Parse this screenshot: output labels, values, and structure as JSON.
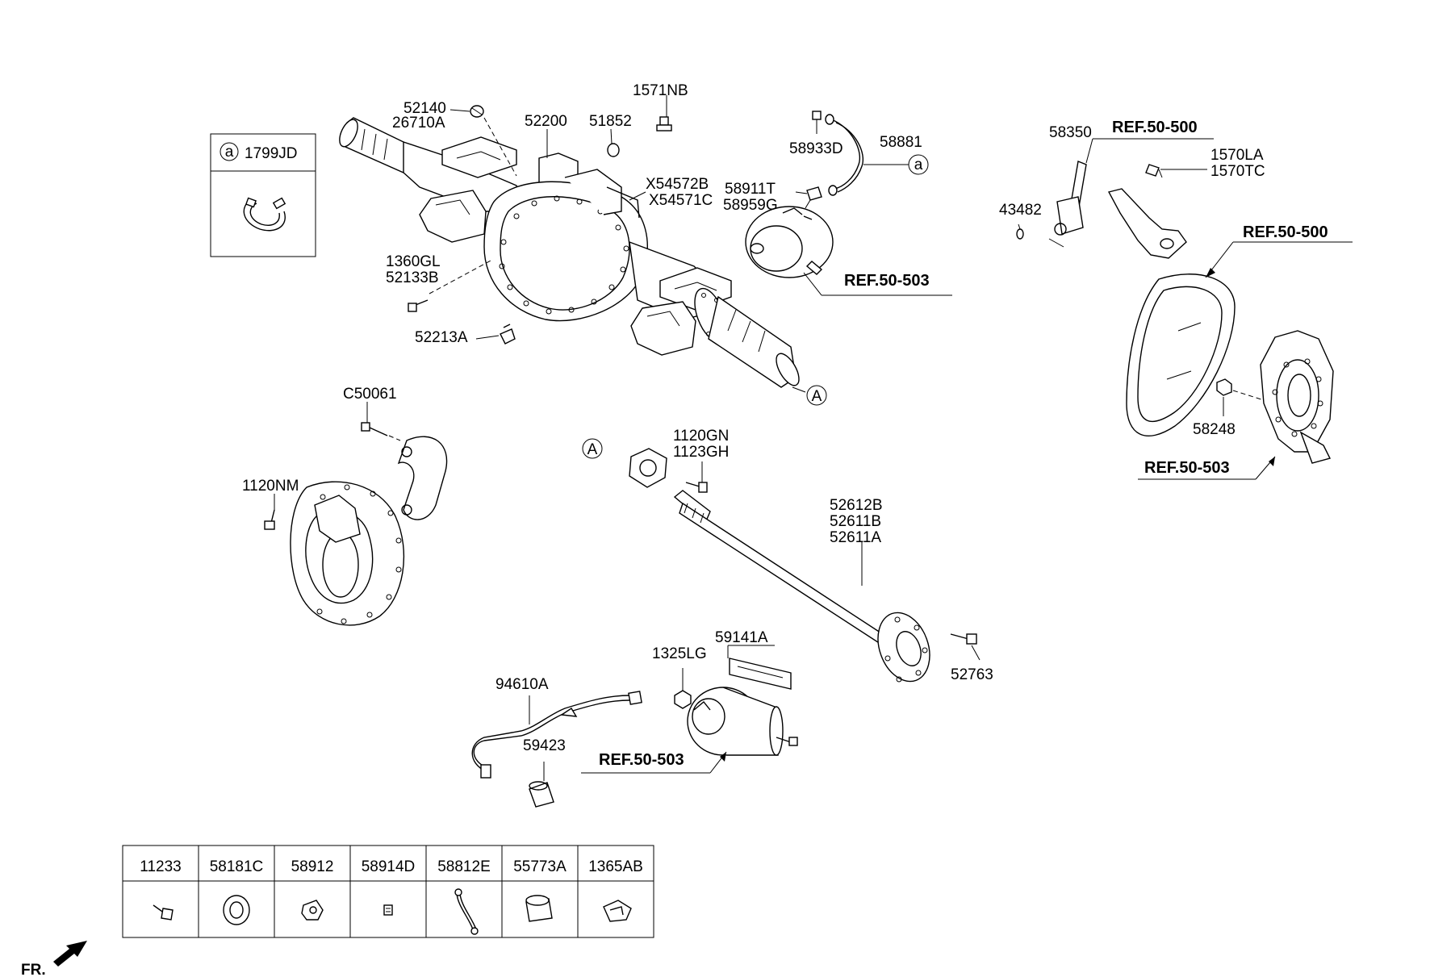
{
  "callouts": {
    "c52140": "52140",
    "c26710A": "26710A",
    "c52200": "52200",
    "c51852": "51852",
    "c1571NB": "1571NB",
    "cX54572B": "X54572B",
    "cX54571C": "X54571C",
    "c1360GL": "1360GL",
    "c52133B": "52133B",
    "c52213A": "52213A",
    "c58933D": "58933D",
    "c58881": "58881",
    "c58911T": "58911T",
    "c58959G": "58959G",
    "c58350": "58350",
    "c1570LA": "1570LA",
    "c1570TC": "1570TC",
    "c43482": "43482",
    "c58248": "58248",
    "cC50061": "C50061",
    "c1120NM": "1120NM",
    "c1120GN": "1120GN",
    "c1123GH": "1123GH",
    "c52612B": "52612B",
    "c52611B": "52611B",
    "c52611A": "52611A",
    "c52763": "52763",
    "c59141A": "59141A",
    "c1325LG": "1325LG",
    "c94610A": "94610A",
    "c59423": "59423"
  },
  "refs": {
    "ref_50_500_top": "REF.50-500",
    "ref_50_500_right": "REF.50-500",
    "ref_50_503_chamber": "REF.50-503",
    "ref_50_503_right": "REF.50-503",
    "ref_50_503_bottom": "REF.50-503"
  },
  "markers": {
    "circle_a_box": "a",
    "circle_a_hose": "a",
    "circle_A_axle": "A",
    "circle_A_shaft": "A"
  },
  "inset_box": {
    "part_no": "1799JD"
  },
  "parts_table": {
    "columns": [
      "11233",
      "58181C",
      "58912",
      "58914D",
      "58812E",
      "55773A",
      "1365AB"
    ]
  },
  "orientation": {
    "label": "FR."
  }
}
